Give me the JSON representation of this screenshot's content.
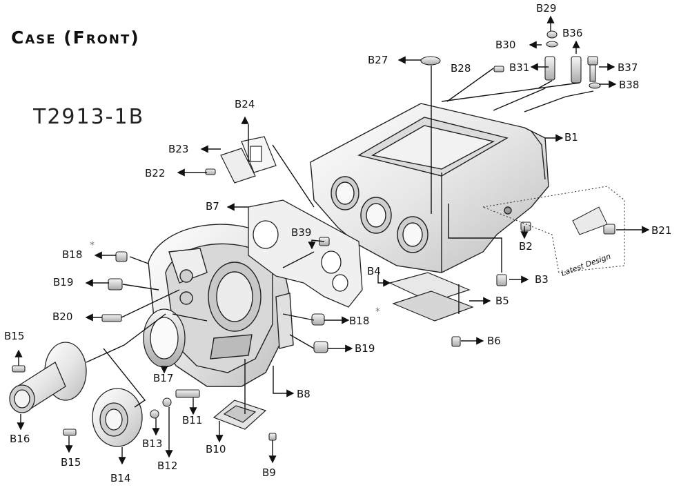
{
  "page": {
    "title": "Case (Front)",
    "part_number": "T2913-1B",
    "inset_label": "Latest Design"
  },
  "colors": {
    "ink": "#111111",
    "metal": "#e9e9e9",
    "metal_dark": "#b8b8b8",
    "line": "#222222"
  },
  "callouts": [
    {
      "id": "B1",
      "label": "B1"
    },
    {
      "id": "B2",
      "label": "B2"
    },
    {
      "id": "B3",
      "label": "B3"
    },
    {
      "id": "B4",
      "label": "B4"
    },
    {
      "id": "B5",
      "label": "B5"
    },
    {
      "id": "B6",
      "label": "B6"
    },
    {
      "id": "B7",
      "label": "B7"
    },
    {
      "id": "B8",
      "label": "B8"
    },
    {
      "id": "B9",
      "label": "B9"
    },
    {
      "id": "B10",
      "label": "B10"
    },
    {
      "id": "B11",
      "label": "B11"
    },
    {
      "id": "B12",
      "label": "B12"
    },
    {
      "id": "B13",
      "label": "B13"
    },
    {
      "id": "B14",
      "label": "B14"
    },
    {
      "id": "B15a",
      "label": "B15"
    },
    {
      "id": "B15b",
      "label": "B15"
    },
    {
      "id": "B16",
      "label": "B16"
    },
    {
      "id": "B17",
      "label": "B17"
    },
    {
      "id": "B18a",
      "label": "B18"
    },
    {
      "id": "B18b",
      "label": "B18"
    },
    {
      "id": "B19a",
      "label": "B19"
    },
    {
      "id": "B19b",
      "label": "B19"
    },
    {
      "id": "B20",
      "label": "B20"
    },
    {
      "id": "B21",
      "label": "B21"
    },
    {
      "id": "B22",
      "label": "B22"
    },
    {
      "id": "B23",
      "label": "B23"
    },
    {
      "id": "B24",
      "label": "B24"
    },
    {
      "id": "B27",
      "label": "B27"
    },
    {
      "id": "B28",
      "label": "B28"
    },
    {
      "id": "B29",
      "label": "B29"
    },
    {
      "id": "B30",
      "label": "B30"
    },
    {
      "id": "B31",
      "label": "B31"
    },
    {
      "id": "B36",
      "label": "B36"
    },
    {
      "id": "B37",
      "label": "B37"
    },
    {
      "id": "B38",
      "label": "B38"
    },
    {
      "id": "B39",
      "label": "B39"
    }
  ],
  "asterisk": "*"
}
